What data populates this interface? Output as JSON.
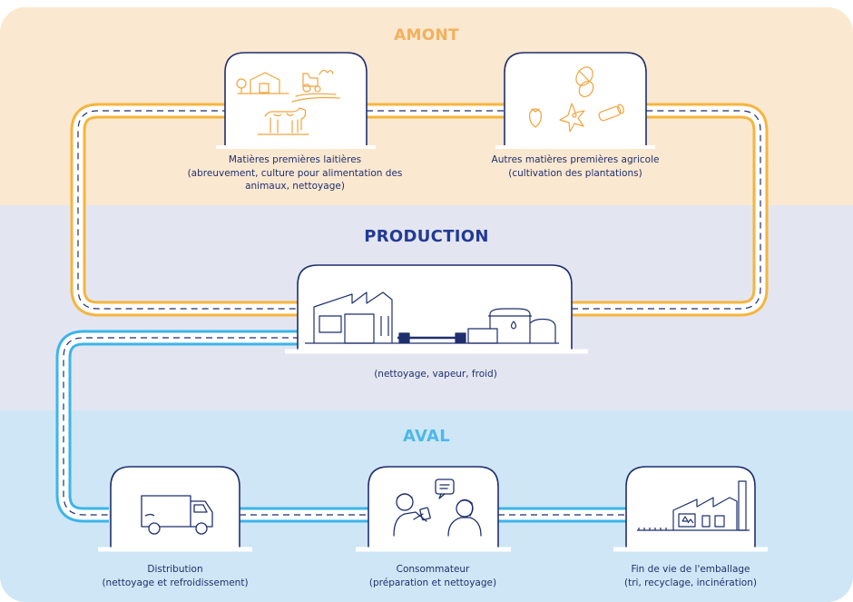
{
  "sections": {
    "amont": "AMONT",
    "production": "PRODUCTION",
    "aval": "AVAL"
  },
  "nodes": {
    "dairy": {
      "line1": "Matières premières laitières",
      "line2": "(abreuvement, culture pour alimentation des",
      "line3": "animaux, nettoyage)",
      "icon": "farm-cow-icon"
    },
    "agri": {
      "line1": "Autres matières premières agricole",
      "line2": "(cultivation des plantations)",
      "icon": "agricultural-produce-icon"
    },
    "factory": {
      "line1": "(nettoyage, vapeur, froid)",
      "icon": "factory-icon"
    },
    "distribution": {
      "line1": "Distribution",
      "line2": "(nettoyage et refroidissement)",
      "icon": "truck-icon"
    },
    "consumer": {
      "line1": "Consommateur",
      "line2": "(préparation et nettoyage)",
      "icon": "consumers-icon"
    },
    "packaging": {
      "line1": "Fin de vie de l'emballage",
      "line2": "(tri, recyclage, incinération)",
      "icon": "recycling-plant-icon"
    }
  },
  "colors": {
    "amont_bg": "#fbe8d0",
    "production_bg": "#e3e6f1",
    "aval_bg": "#cfe6f6",
    "orange_road": "#f6b43d",
    "blue_road": "#3ab5ea",
    "navy": "#1f2f6e",
    "amont_title": "#f3b05c",
    "production_title": "#233a94",
    "aval_title": "#4db8ea"
  }
}
